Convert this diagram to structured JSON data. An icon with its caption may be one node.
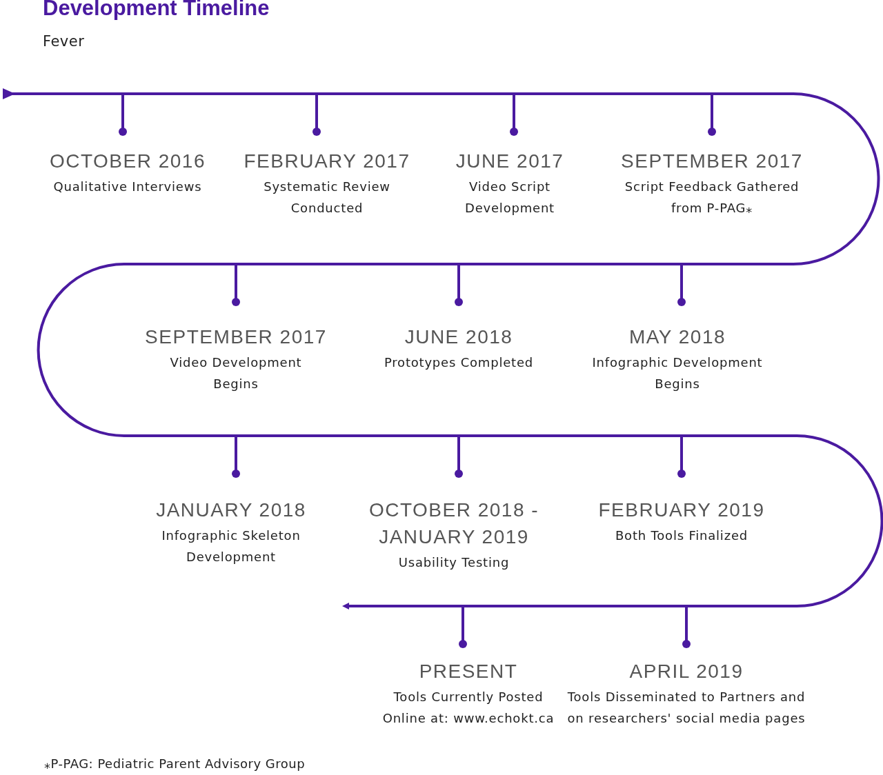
{
  "diagram": {
    "title": "Development Timeline",
    "nodes": [
      {
        "text": [
          "OCTOBER 2016",
          "Qualitative Interviews"
        ]
      },
      {
        "text": [
          "FEBRUARY 2017",
          "Systematic Review Conducted"
        ]
      },
      {
        "text": [
          "JUNE 2017",
          "Video Script Development"
        ]
      },
      {
        "text": [
          "SEPTEMBER 2017",
          "Script Feedback Gathered from P-PAG⁎"
        ]
      },
      {
        "text": [
          "SEPTEMBER 2017",
          "Video Development Begins"
        ]
      },
      {
        "text": [
          "JUNE 2018",
          "Prototypes Completed"
        ]
      },
      {
        "text": [
          "MAY 2018",
          "Infographic Development Begins"
        ]
      },
      {
        "text": [
          "JANUARY 2018",
          "Infographic Skeleton Development"
        ]
      },
      {
        "text": [
          "OCTOBER 2018 - JANUARY 2019",
          "Usability Testing"
        ]
      },
      {
        "text": [
          "FEBRUARY 2019",
          "Both Tools Finalized"
        ]
      },
      {
        "text": [
          "PRESENT",
          "Tools Currently Posted Online at: www.echokt.ca"
        ]
      },
      {
        "text": [
          "APRIL 2019",
          "Tools Disseminated to Partners and on researchers' social media pages"
        ]
      }
    ],
    "labels": [
      "Fever",
      "⁎P-PAG: Pediatric Parent Advisory Group"
    ]
  }
}
